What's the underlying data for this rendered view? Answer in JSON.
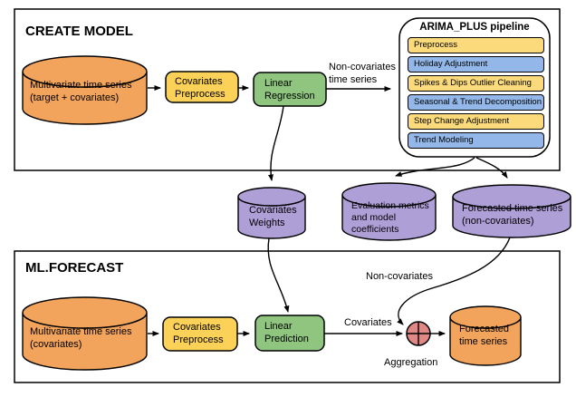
{
  "diagram": {
    "create_model": {
      "title": "CREATE MODEL",
      "source_db": "Multivariate time series\n(target + covariates)",
      "preprocess_box": "Covariates\nPreprocess",
      "regression_box": "Linear\nRegression",
      "noncov_ts_label": "Non-covariates\ntime series",
      "pipeline": {
        "title": "ARIMA_PLUS pipeline",
        "steps": [
          {
            "label": "Preprocess",
            "color": "yellow_light"
          },
          {
            "label": "Holiday Adjustment",
            "color": "blue"
          },
          {
            "label": "Spikes & Dips Outlier Cleaning",
            "color": "yellow_light"
          },
          {
            "label": "Seasonal & Trend Decomposition",
            "color": "blue"
          },
          {
            "label": "Step Change Adjustment",
            "color": "yellow_light"
          },
          {
            "label": "Trend Modeling",
            "color": "blue"
          }
        ]
      }
    },
    "artifacts": {
      "covariates_weights": "Covariates\nWeights",
      "evaluation_metrics": "Evaluation metrics\nand model\ncoefficients",
      "forecasted_noncov": "Forecasted time series\n(non-covariates)"
    },
    "ml_forecast": {
      "title": "ML.FORECAST",
      "source_db": "Multivariate time series\n(covariates)",
      "preprocess_box": "Covariates\nPreprocess",
      "prediction_box": "Linear\nPrediction",
      "covariates_label": "Covariates",
      "noncovariates_label": "Non-covariates",
      "aggregation_label": "Aggregation",
      "forecast_db": "Forecasted\ntime series"
    },
    "colors": {
      "orange": "#F2A45C",
      "yellow": "#FBD157",
      "yellow_light": "#FBDA7C",
      "green": "#8FC57E",
      "blue": "#92B7E8",
      "purple": "#AF9FD7",
      "red": "#E08888",
      "outline": "#000000"
    }
  }
}
